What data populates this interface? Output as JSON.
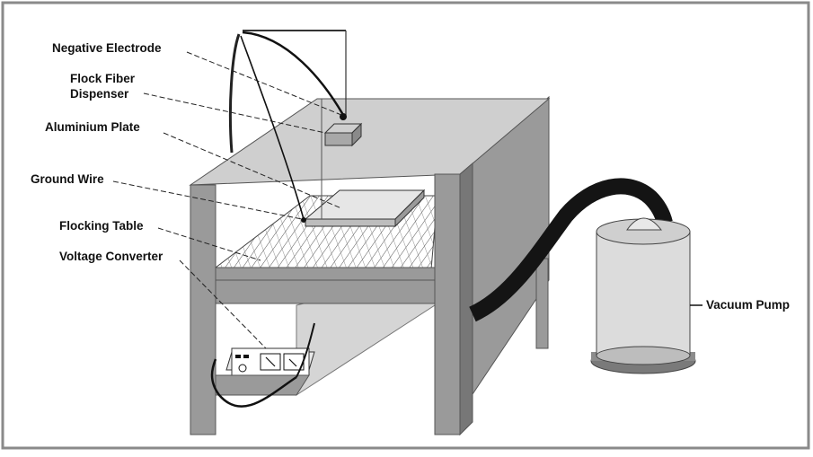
{
  "labels": {
    "negative_electrode": "Negative Electrode",
    "flock_fiber_line1": "Flock Fiber",
    "flock_fiber_line2": "Dispenser",
    "aluminium_plate": "Aluminium Plate",
    "ground_wire": "Ground Wire",
    "flocking_table": "Flocking Table",
    "voltage_converter": "Voltage Converter",
    "vacuum_pump": "Vacuum Pump"
  },
  "colors": {
    "background": "#ffffff",
    "frame_border": "#8a8a8a",
    "table_gray": "#9a9a9a",
    "panel_light": "#d2d2d2",
    "hose": "#1a1a1a",
    "pump_body": "#dcdcdc"
  }
}
